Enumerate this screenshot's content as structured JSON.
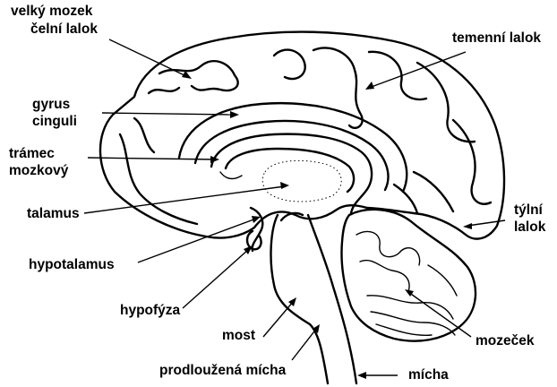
{
  "labels": {
    "cerebrum_frontal": [
      "velký mozek",
      "čelní lalok"
    ],
    "parietal": "temenní lalok",
    "cingulate": [
      "gyrus",
      "cinguli"
    ],
    "corpus_callosum": [
      "trámec",
      "mozkový"
    ],
    "thalamus": "talamus",
    "occipital": [
      "týlní",
      "lalok"
    ],
    "hypothalamus": "hypotalamus",
    "pituitary": "hypofýza",
    "pons": "most",
    "cerebellum": "mozeček",
    "medulla": "prodloužená mícha",
    "spinal_cord": "mícha"
  }
}
